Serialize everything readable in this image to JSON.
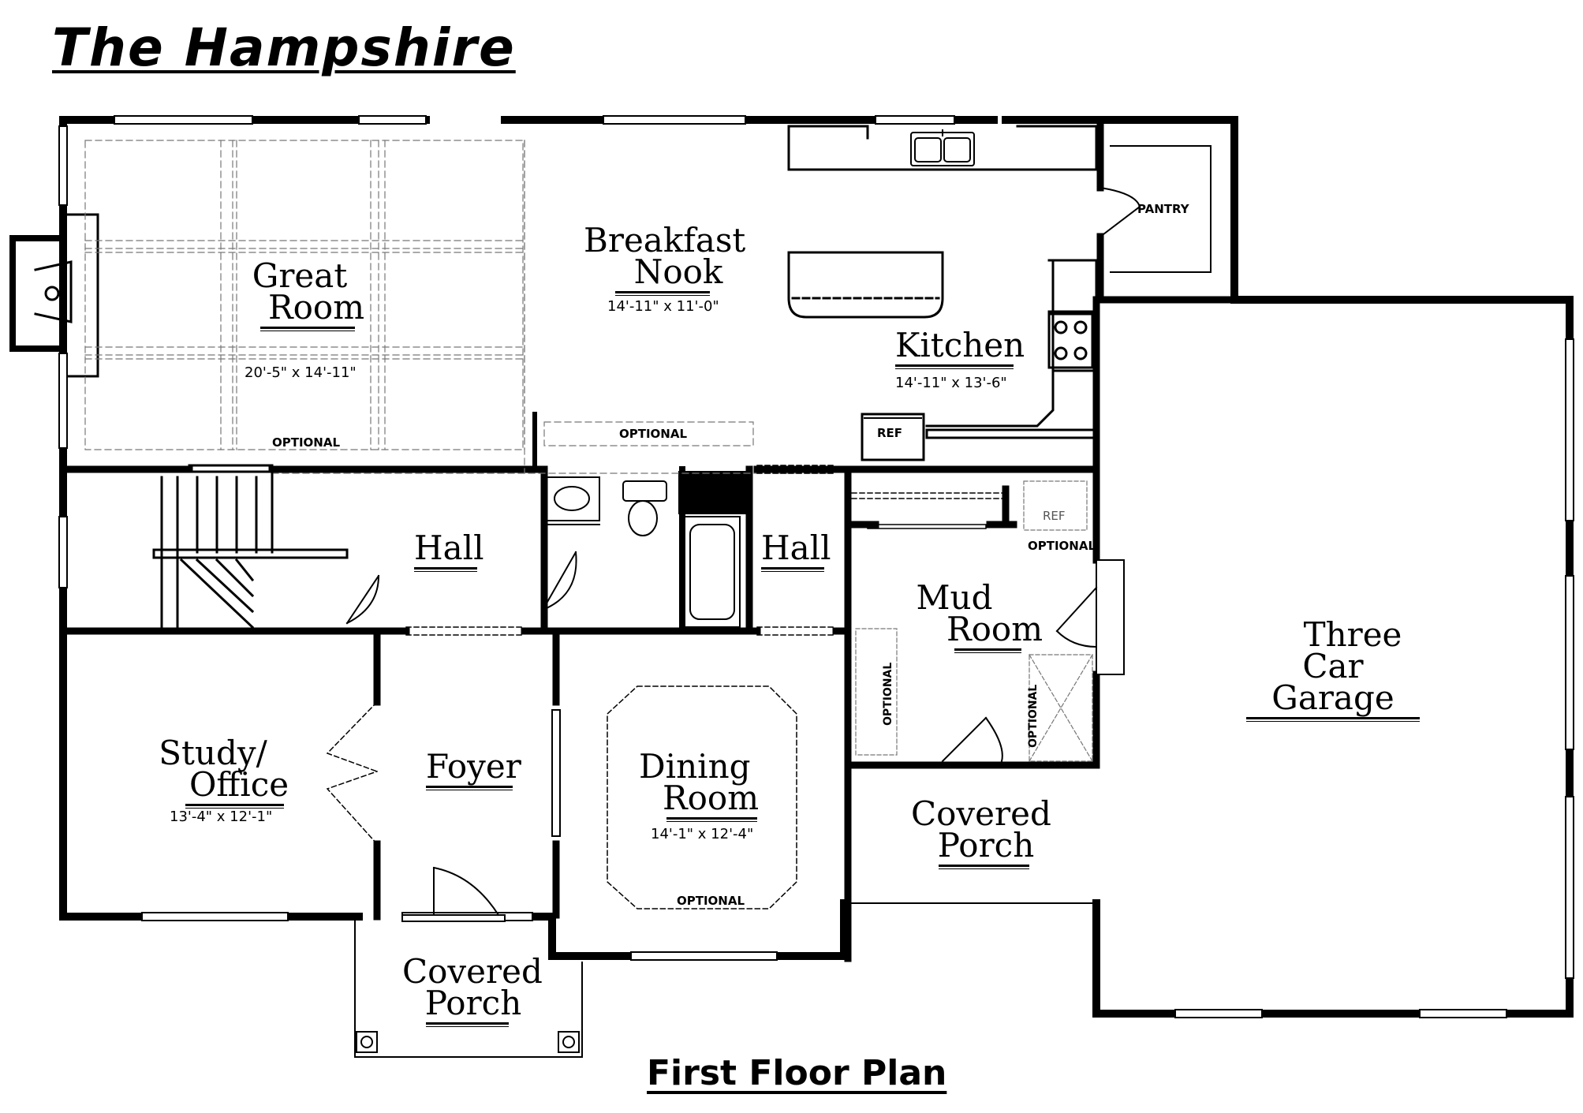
{
  "plan_title": "The Hampshire",
  "footer_title": "First Floor Plan",
  "rooms": {
    "great_room": {
      "line1": "Great",
      "line2": "Room",
      "dim": "20'-5\" x 14'-11\""
    },
    "breakfast_nook": {
      "line1": "Breakfast",
      "line2": "Nook",
      "dim": "14'-11\" x 11'-0\""
    },
    "kitchen": {
      "line1": "Kitchen",
      "dim": "14'-11\" x 13'-6\""
    },
    "hall_left": {
      "line1": "Hall"
    },
    "hall_right": {
      "line1": "Hall"
    },
    "mud_room": {
      "line1": "Mud",
      "line2": "Room"
    },
    "three_car_garage": {
      "line1": "Three",
      "line2": "Car Garage"
    },
    "study_office": {
      "line1": "Study/",
      "line2": "Office",
      "dim": "13'-4\" x 12'-1\""
    },
    "foyer": {
      "line1": "Foyer"
    },
    "dining_room": {
      "line1": "Dining",
      "line2": "Room",
      "dim": "14'-1\" x 12'-4\""
    },
    "covered_porch_right": {
      "line1": "Covered",
      "line2": "Porch"
    },
    "covered_porch_front": {
      "line1": "Covered",
      "line2": "Porch"
    }
  },
  "labels": {
    "pantry": "PANTRY",
    "ref_kitchen": "REF",
    "ref_mud": "REF",
    "optional_great": "OPTIONAL",
    "optional_nook": "OPTIONAL",
    "optional_mud_ref": "OPTIONAL",
    "optional_mud_left": "OPTIONAL",
    "optional_mud_right": "OPTIONAL",
    "optional_dining": "OPTIONAL"
  }
}
